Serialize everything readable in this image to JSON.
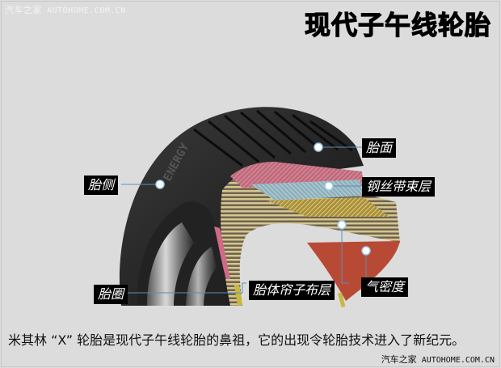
{
  "watermark_top": {
    "brand": "汽车之家",
    "site": "AUTOHOME.COM.CN"
  },
  "title": "现代子午线轮胎",
  "labels": {
    "tread": "胎面",
    "steel_belt": "钢丝带束层",
    "sidewall": "胎侧",
    "bead": "胎圈",
    "carcass_ply": "胎体帘子布层",
    "inner_liner": "气密度"
  },
  "tire_sidewall_text": "ENERGY",
  "caption": "米其林 “X” 轮胎是现代子午线轮胎的鼻祖，它的出现令轮胎技术进入了新纪元。",
  "watermark_bottom": {
    "brand": "汽车之家",
    "site": "AUTOHOME.COM.CN"
  },
  "colors": {
    "background": "#dcdcdc",
    "tread_rubber": "#2a2a2a",
    "belt_pink": "#c06a7c",
    "belt_blue": "#8fb0bc",
    "belt_yellow": "#c9b458",
    "carcass_ply": "#b8a678",
    "inner_liner": "#b84a35",
    "label_bg": "#000000",
    "leader_line": "#5c8fb5"
  }
}
